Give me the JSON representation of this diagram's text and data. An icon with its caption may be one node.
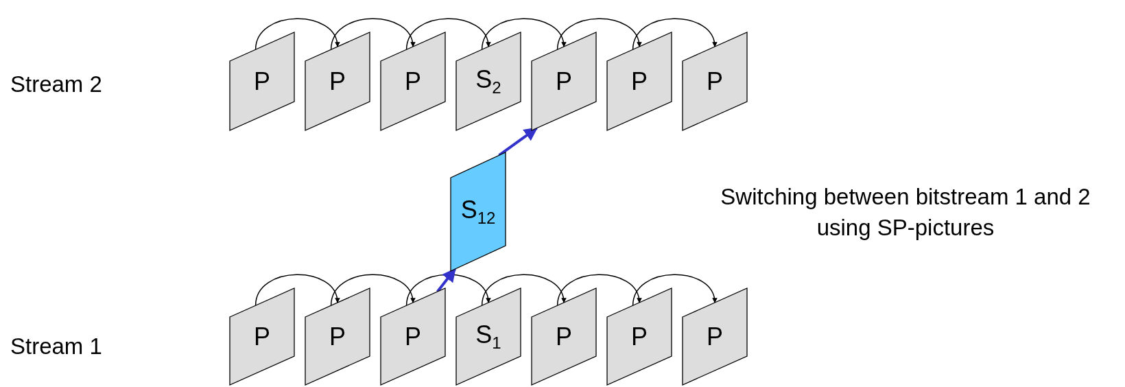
{
  "diagram": {
    "nodes": [
      {
        "text": [
          "P"
        ]
      },
      {
        "text": [
          "P"
        ]
      },
      {
        "text": [
          "P"
        ]
      },
      {
        "text": [
          "S$_{2}$"
        ]
      },
      {
        "text": [
          "P"
        ]
      },
      {
        "text": [
          "P"
        ]
      },
      {
        "text": [
          "P"
        ]
      },
      {
        "text": [
          "S$_{12}$"
        ]
      },
      {
        "text": [
          "P"
        ]
      },
      {
        "text": [
          "P"
        ]
      },
      {
        "text": [
          "P"
        ]
      },
      {
        "text": [
          "S$_{1}$"
        ]
      },
      {
        "text": [
          "P"
        ]
      },
      {
        "text": [
          "P"
        ]
      },
      {
        "text": [
          "P"
        ]
      }
    ],
    "edges": [
      {
        "from": 0,
        "to": 1,
        "arrow": "to"
      },
      {
        "from": 1,
        "to": 2,
        "arrow": "to"
      },
      {
        "from": 2,
        "to": 3,
        "arrow": "to"
      },
      {
        "from": 3,
        "to": 4,
        "arrow": "to"
      },
      {
        "from": 4,
        "to": 5,
        "arrow": "to"
      },
      {
        "from": 5,
        "to": 6,
        "arrow": "to"
      },
      {
        "from": 8,
        "to": 9,
        "arrow": "to"
      },
      {
        "from": 9,
        "to": 10,
        "arrow": "to"
      },
      {
        "from": 10,
        "to": 11,
        "arrow": "to"
      },
      {
        "from": 11,
        "to": 12,
        "arrow": "to"
      },
      {
        "from": 12,
        "to": 13,
        "arrow": "to"
      },
      {
        "from": 13,
        "to": 14,
        "arrow": "to"
      },
      {
        "from": 10,
        "to": 7,
        "arrow": "to",
        "style": "thick",
        "color": "#3333cc"
      },
      {
        "from": 7,
        "to": 4,
        "arrow": "to",
        "style": "thick",
        "color": "#3333cc"
      }
    ],
    "labels": [
      "Stream 2",
      "Switching between bitstream 1 and 2 using SP-pictures",
      "Stream 1"
    ]
  }
}
